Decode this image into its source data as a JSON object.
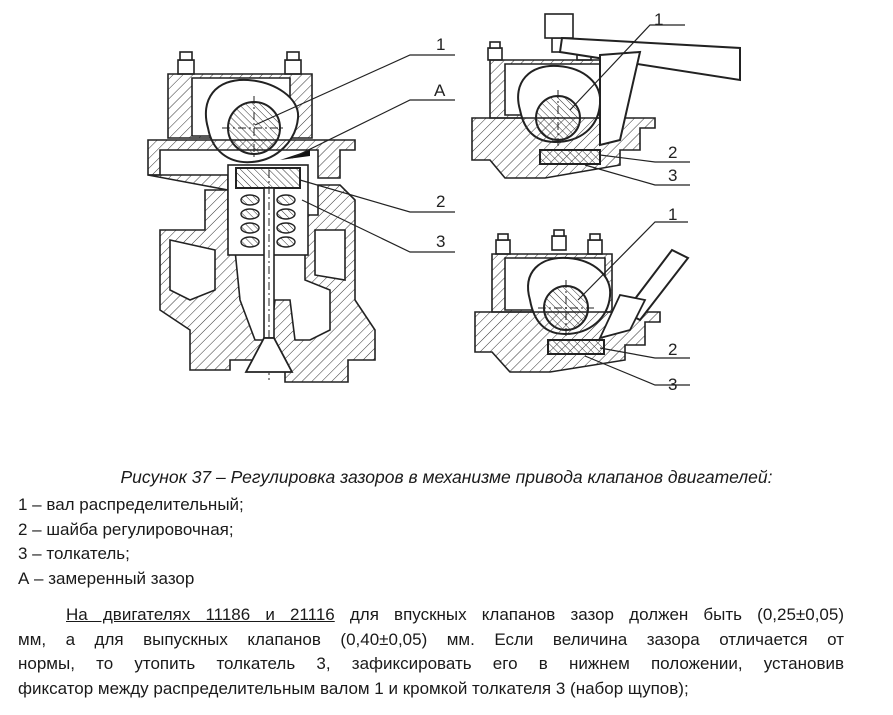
{
  "labels": {
    "left": {
      "l1": "1",
      "lA": "А",
      "l2": "2",
      "l3": "3"
    },
    "top_right": {
      "l1": "1",
      "l2": "2",
      "l3": "3"
    },
    "bottom_right": {
      "l1": "1",
      "l2": "2",
      "l3": "3"
    }
  },
  "caption": "Рисунок 37 – Регулировка зазоров в механизме привода клапанов двигателей:",
  "legend": [
    "1 – вал распределительный;",
    "2 – шайба регулировочная;",
    "3 – толкатель;",
    "А – замеренный зазор"
  ],
  "paragraph": {
    "line1_underlined": "На двигателях 11186 и 21116",
    "line1_rest": " для впускных клапанов зазор должен быть (0,25±0,05)",
    "line2": "мм, а для выпускных клапанов (0,40±0,05) мм. Если величина зазора отличается от",
    "line3": "нормы, то утопить толкатель 3, зафиксировать его в нижнем положении, установив",
    "line4": "фиксатор между распределительным валом 1 и кромкой толкателя 3 (набор щупов);"
  }
}
